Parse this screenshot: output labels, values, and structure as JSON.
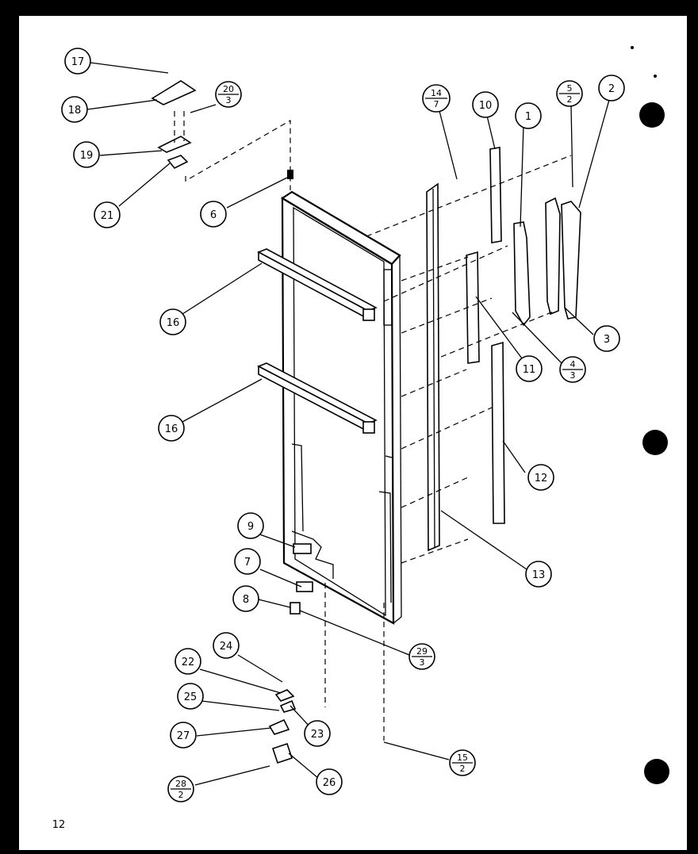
{
  "page_number": "12",
  "callouts": {
    "c1": "1",
    "c2": "2",
    "c3": "3",
    "c6": "6",
    "c7": "7",
    "c8": "8",
    "c9": "9",
    "c10": "10",
    "c11": "11",
    "c12": "12",
    "c13": "13",
    "c16a": "16",
    "c16b": "16",
    "c17": "17",
    "c18": "18",
    "c19": "19",
    "c21": "21",
    "c22": "22",
    "c23": "23",
    "c24": "24",
    "c25": "25",
    "c26": "26",
    "c27": "27"
  },
  "fractions": {
    "f14_7": {
      "top": "14",
      "bottom": "7"
    },
    "f5_2": {
      "top": "5",
      "bottom": "2"
    },
    "f20_3": {
      "top": "20",
      "bottom": "3"
    },
    "f4_3": {
      "top": "4",
      "bottom": "3"
    },
    "f29_3": {
      "top": "29",
      "bottom": "3"
    },
    "f15_2": {
      "top": "15",
      "bottom": "2"
    },
    "f28_2": {
      "top": "28",
      "bottom": "2"
    }
  }
}
